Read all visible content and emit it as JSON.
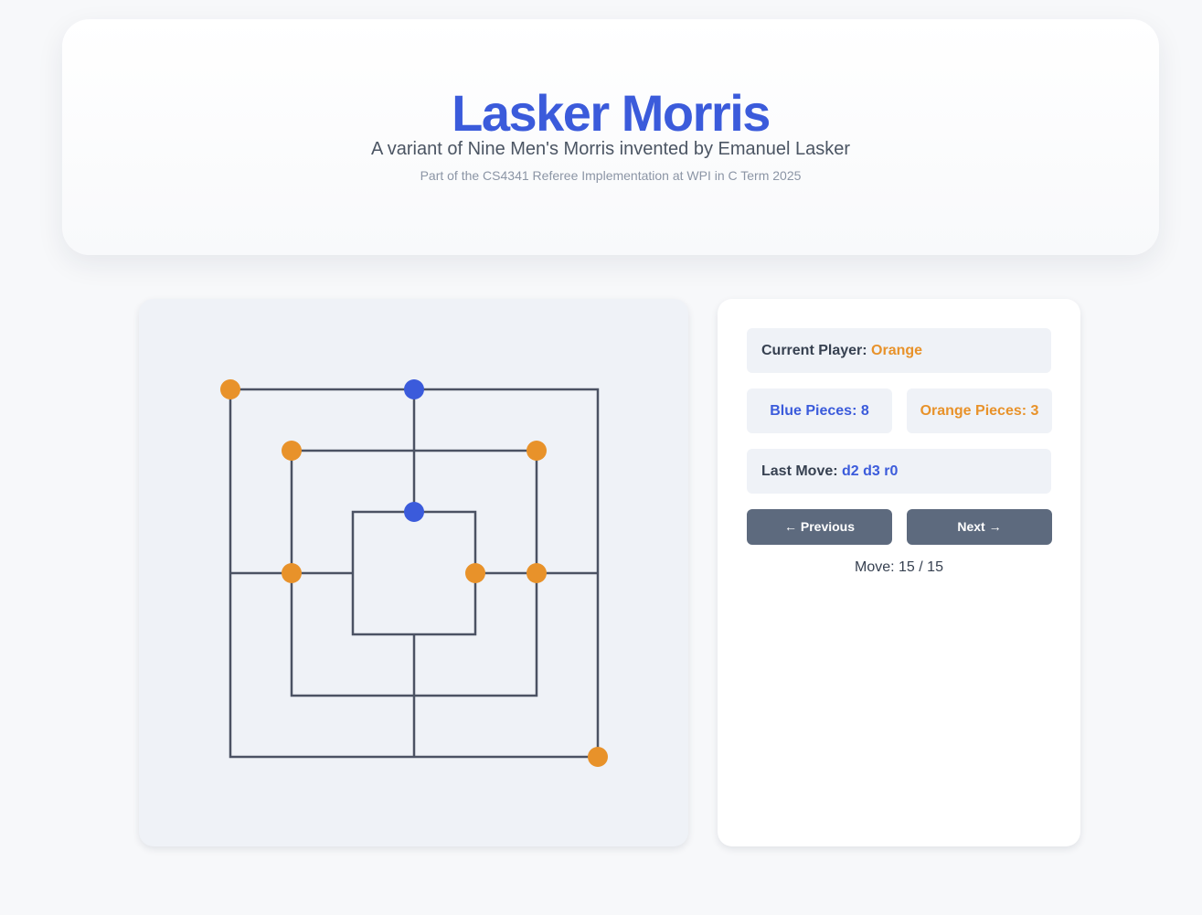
{
  "header": {
    "title": "Lasker Morris",
    "subtitle": "A variant of Nine Men's Morris invented by Emanuel Lasker",
    "note": "Part of the CS4341 Referee Implementation at WPI in C Term 2025"
  },
  "colors": {
    "blue": "#3b5bdb",
    "orange": "#e8922a",
    "board_line": "#4b5263",
    "button": "#5d6a7e"
  },
  "board": {
    "pieces": [
      {
        "point": "a7",
        "color": "orange"
      },
      {
        "point": "d7",
        "color": "blue"
      },
      {
        "point": "b6",
        "color": "orange"
      },
      {
        "point": "f6",
        "color": "orange"
      },
      {
        "point": "d5",
        "color": "blue"
      },
      {
        "point": "b4",
        "color": "orange"
      },
      {
        "point": "e4",
        "color": "orange"
      },
      {
        "point": "f4",
        "color": "orange"
      },
      {
        "point": "g1",
        "color": "orange"
      }
    ]
  },
  "status": {
    "current_player_label": "Current Player:",
    "current_player": "Orange",
    "blue_pieces_label": "Blue Pieces:",
    "blue_pieces": "8",
    "orange_pieces_label": "Orange Pieces:",
    "orange_pieces": "3",
    "last_move_label": "Last Move:",
    "last_move": "d2 d3 r0"
  },
  "controls": {
    "previous_label": "← Previous",
    "next_label": "Next →",
    "move_counter": "Move: 15 / 15"
  }
}
